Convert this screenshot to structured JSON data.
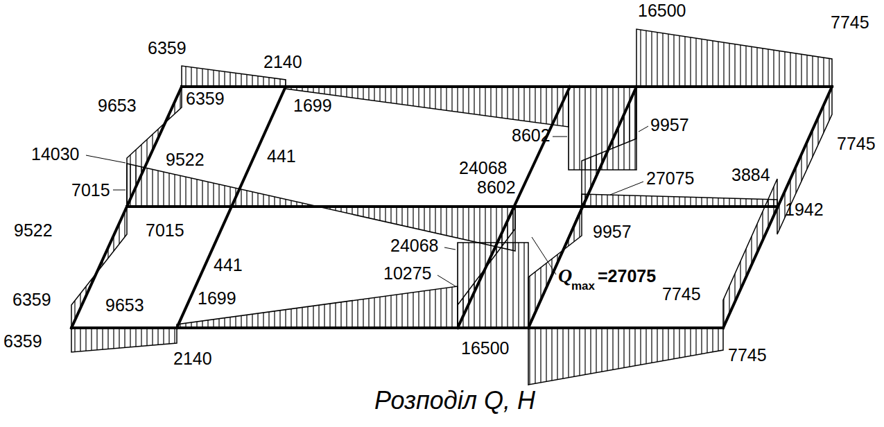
{
  "diagram": {
    "caption": "Розподіл Q, Н",
    "labels": [
      "16500",
      "7745",
      "6359",
      "2140",
      "9653",
      "6359",
      "1699",
      "8602",
      "9957",
      "7745",
      "14030",
      "9522",
      "441",
      "24068",
      "27075",
      "3884",
      "1942",
      "7015",
      "8602",
      "9522",
      "7015",
      "24068",
      "9957",
      "441",
      "10275",
      "Q",
      "max",
      "=27075",
      "6359",
      "9653",
      "1699",
      "7745",
      "6359",
      "2140",
      "16500",
      "7745"
    ]
  }
}
